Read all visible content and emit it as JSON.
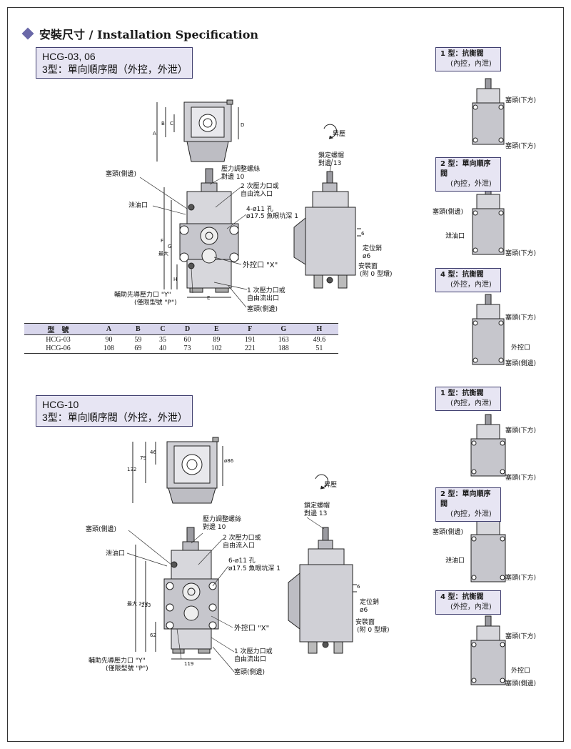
{
  "heading": {
    "title": "安裝尺寸 / Installation Specification"
  },
  "top_section": {
    "model_line1": "HCG-03, 06",
    "model_line2": "3型：單向順序閥（外控，外泄）",
    "labels": {
      "plug_side": "塞頭(側邊)",
      "pressure_screw": "壓力調整螺絲",
      "across_flats_10": "對邊 10",
      "drain": "泄油口",
      "secondary_port": "2 次壓力口或",
      "free_inlet": "自由流入口",
      "holes_qty": "4-ø11 孔",
      "counterbore": "ø17.5 魚眼坑深 1",
      "external_port": "外控口 \"X\"",
      "pilot_port": "輔助先導壓力口 \"Y\"",
      "pilot_note": "(僅限型號 \"P\")",
      "primary_port": "1 次壓力口或",
      "free_outlet": "自由流出口",
      "plug_side2": "塞頭(側邊)",
      "lock_nut": "鎖定螺帽",
      "across_flats_13": "對邊 13",
      "raise": "昇壓",
      "locating_pin": "定位銷",
      "pin_dia": "ø6",
      "mount_face": "安裝面",
      "o_ring_note": "(附 0 型環)",
      "dim_6": "6",
      "dim_A": "A",
      "dim_B": "B",
      "dim_C": "C",
      "dim_D": "D",
      "dim_E": "E",
      "dim_F": "F",
      "dim_G": "G",
      "dim_H": "H",
      "dim_max": "最大"
    }
  },
  "table": {
    "headers": [
      "型　號",
      "A",
      "B",
      "C",
      "D",
      "E",
      "F",
      "G",
      "H"
    ],
    "rows": [
      [
        "HCG-03",
        "90",
        "59",
        "35",
        "60",
        "89",
        "191",
        "163",
        "49.6"
      ],
      [
        "HCG-06",
        "108",
        "69",
        "40",
        "73",
        "102",
        "221",
        "188",
        "51"
      ]
    ]
  },
  "bottom_section": {
    "model_line1": "HCG-10",
    "model_line2": "3型：單向順序閥（外控，外泄）",
    "labels": {
      "plug_side": "塞頭(側邊)",
      "pressure_screw": "壓力調整螺絲",
      "across_flats_10": "對邊 10",
      "drain": "泄油口",
      "secondary_port": "2 次壓力口或",
      "free_inlet": "自由流入口",
      "holes_qty": "6-ø11 孔",
      "counterbore": "ø17.5 魚眼坑深 1",
      "external_port": "外控口 \"X\"",
      "pilot_port": "輔助先導壓力口 \"Y\"",
      "pilot_note": "(僅限型號 \"P\")",
      "primary_port": "1 次壓力口或",
      "free_outlet": "自由流出口",
      "plug_side2": "塞頭(側邊)",
      "lock_nut": "鎖定螺帽",
      "across_flats_13": "對邊 13",
      "raise": "昇壓",
      "locating_pin": "定位銷",
      "pin_dia": "ø6",
      "mount_face": "安裝面",
      "o_ring_note": "(附 0 型環)",
      "dim_6": "6",
      "dim_132": "132",
      "dim_79": "79",
      "dim_46": "46",
      "dim_86": "ø86",
      "dim_272": "最大 272",
      "dim_233": "233",
      "dim_62": "62",
      "dim_119": "119"
    }
  },
  "side_panels": [
    {
      "title": "1 型：抗衡閥",
      "sub": "(內控，內泄)",
      "callouts": [
        "塞頭(下方)",
        "塞頭(下方)"
      ]
    },
    {
      "title": "2 型：單向順序閥",
      "sub": "(內控，外泄)",
      "callouts": [
        "塞頭(側邊)",
        "泄油口",
        "塞頭(下方)"
      ]
    },
    {
      "title": "4 型：抗衡閥",
      "sub": "(外控，內泄)",
      "callouts": [
        "塞頭(下方)",
        "外控口",
        "塞頭(側邊)"
      ]
    },
    {
      "title": "1 型：抗衡閥",
      "sub": "(內控，內泄)",
      "callouts": [
        "塞頭(下方)",
        "塞頭(下方)"
      ]
    },
    {
      "title": "2 型：單向順序閥",
      "sub": "(內控，外泄)",
      "callouts": [
        "塞頭(側邊)",
        "泄油口",
        "塞頭(下方)"
      ]
    },
    {
      "title": "4 型：抗衡閥",
      "sub": "(外控，內泄)",
      "callouts": [
        "塞頭(下方)",
        "外控口",
        "塞頭(側邊)"
      ]
    }
  ]
}
